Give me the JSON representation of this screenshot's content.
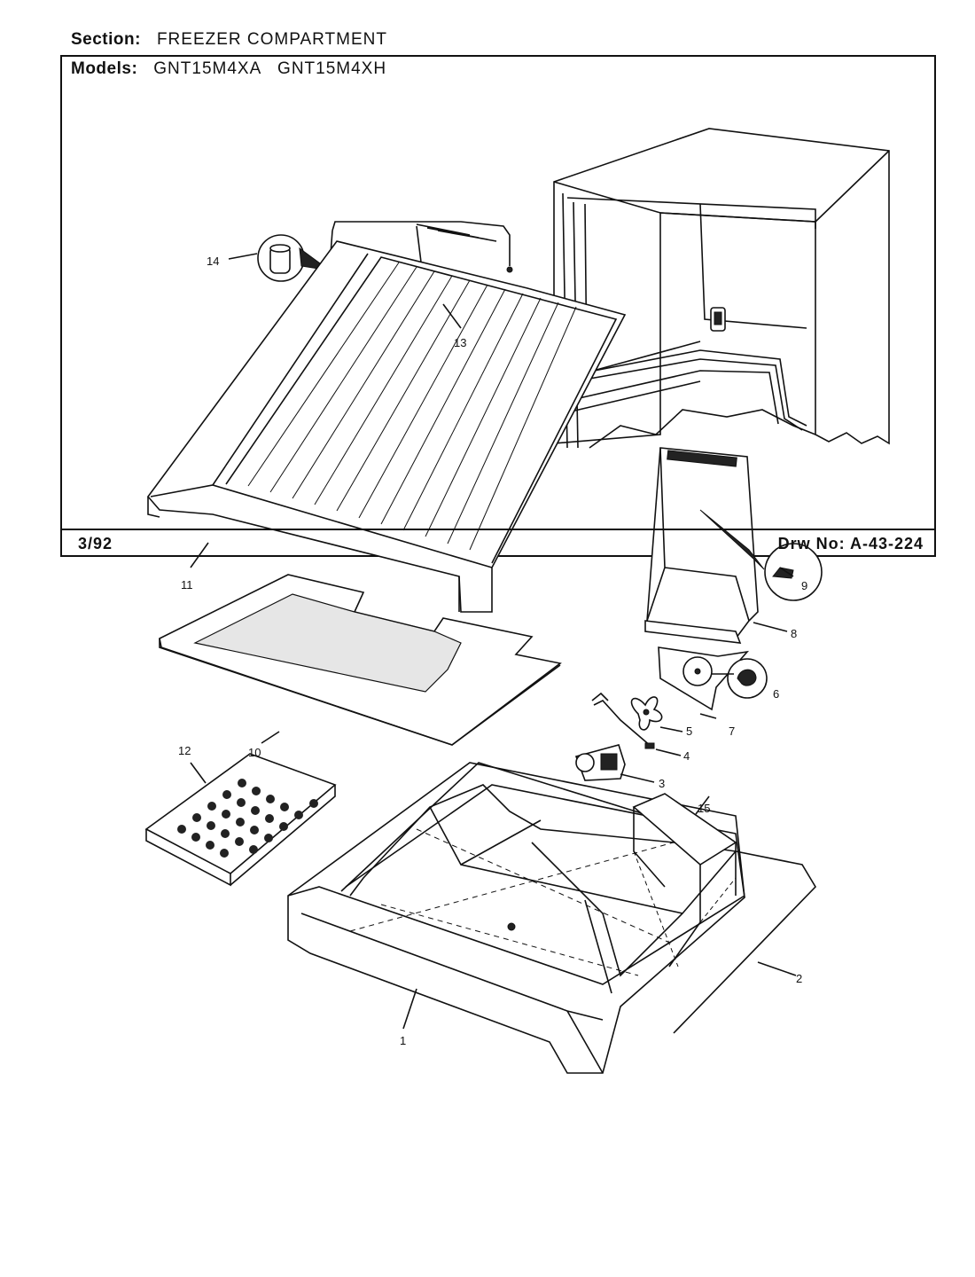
{
  "header": {
    "section_label": "Section:",
    "section_value": "FREEZER COMPARTMENT",
    "models_label": "Models:",
    "models_value": "GNT15M4XA   GNT15M4XH"
  },
  "footer": {
    "date": "3/92",
    "drawing_number": "Drw No: A-43-224"
  },
  "callouts": [
    "1",
    "2",
    "3",
    "4",
    "5",
    "6",
    "7",
    "8",
    "9",
    "10",
    "11",
    "12",
    "13",
    "14",
    "15"
  ]
}
